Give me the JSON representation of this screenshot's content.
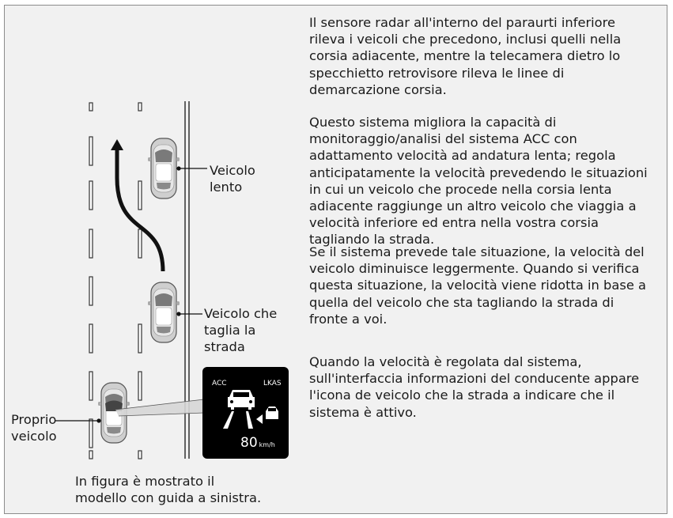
{
  "paragraphs": [
    "Il sensore radar all'interno del paraurti inferiore\nrileva i veicoli che precedono, inclusi quelli nella\ncorsia adiacente, mentre la telecamera dietro lo\nspecchietto retrovisore rileva le linee di\ndemarcazione corsia.",
    "Questo sistema migliora la capacità di\nmonitoraggio/analisi del sistema ACC con\nadattamento velocità ad andatura lenta; regola\nanticipatamente la velocità prevedendo le situazioni\nin cui un veicolo che procede nella corsia lenta\nadiacente raggiunge un altro veicolo che viaggia a\nvelocità inferiore ed entra nella vostra corsia\ntagliando la strada.",
    "Se il sistema prevede tale situazione, la velocità del\nveicolo diminuisce leggermente. Quando si verifica\nquesta situazione, la velocità viene ridotta in base a\nquella del veicolo che sta tagliando la strada di\nfronte a voi.",
    "Quando la velocità è regolata dal sistema,\nsull'interfaccia informazioni del conducente appare\nl'icona de veicolo che la strada a indicare che il\nsistema è attivo."
  ],
  "illustration": {
    "label_slow_vehicle": "Veicolo\nlento",
    "label_cutting_vehicle": "Veicolo che\ntaglia la\nstrada",
    "label_own_vehicle": "Proprio\nveicolo",
    "caption": "In figura è mostrato il\nmodello con guida a sinistra.",
    "display": {
      "acc_label": "ACC",
      "lkas_label": "LKAS",
      "speed": "80",
      "speed_unit": "km/h"
    }
  }
}
